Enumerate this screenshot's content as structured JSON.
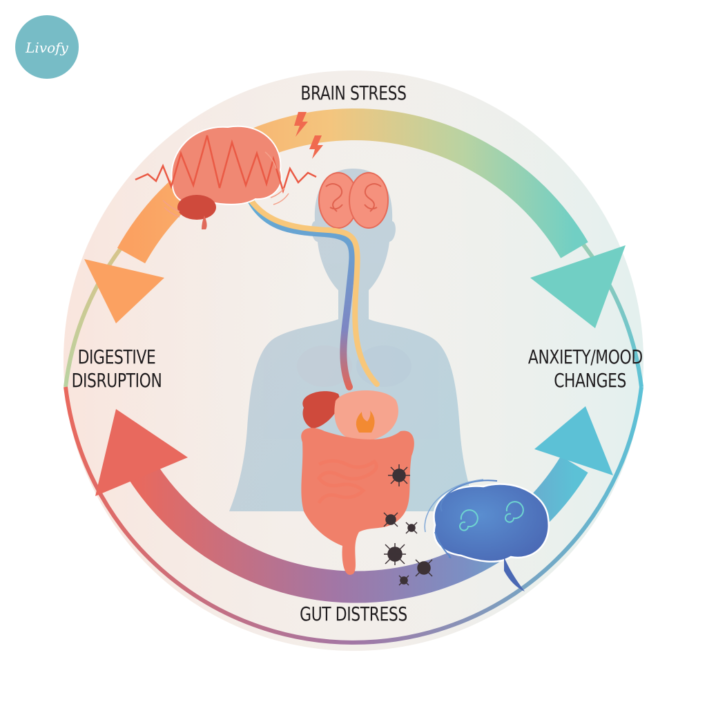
{
  "brand": {
    "logo_text": "Livofy",
    "logo_color": "#77bcc6"
  },
  "diagram": {
    "title_top": "BRAIN STRESS",
    "left_label_line1": "DIGESTIVE",
    "left_label_line2": "DISRUPTION",
    "right_label_line1": "ANXIETY/MOOD",
    "right_label_line2": "CHANGES",
    "bottom_label": "GUT DISTRESS",
    "cycle_stages": [
      "Brain Stress",
      "Anxiety/Mood Changes",
      "Gut Distress",
      "Digestive Disruption"
    ],
    "colors": {
      "orange": "#fba161",
      "yellow": "#f4c57e",
      "teal": "#71cfc4",
      "cyan": "#5cc1d6",
      "blue": "#6e8ec9",
      "purple": "#a276a5",
      "red": "#e8695e",
      "body": "#a9c4d3",
      "brain_stress": "#ef7a66",
      "brain_calm": "#4f78c0",
      "organ": "#f0806a",
      "virus": "#3d3236"
    }
  }
}
